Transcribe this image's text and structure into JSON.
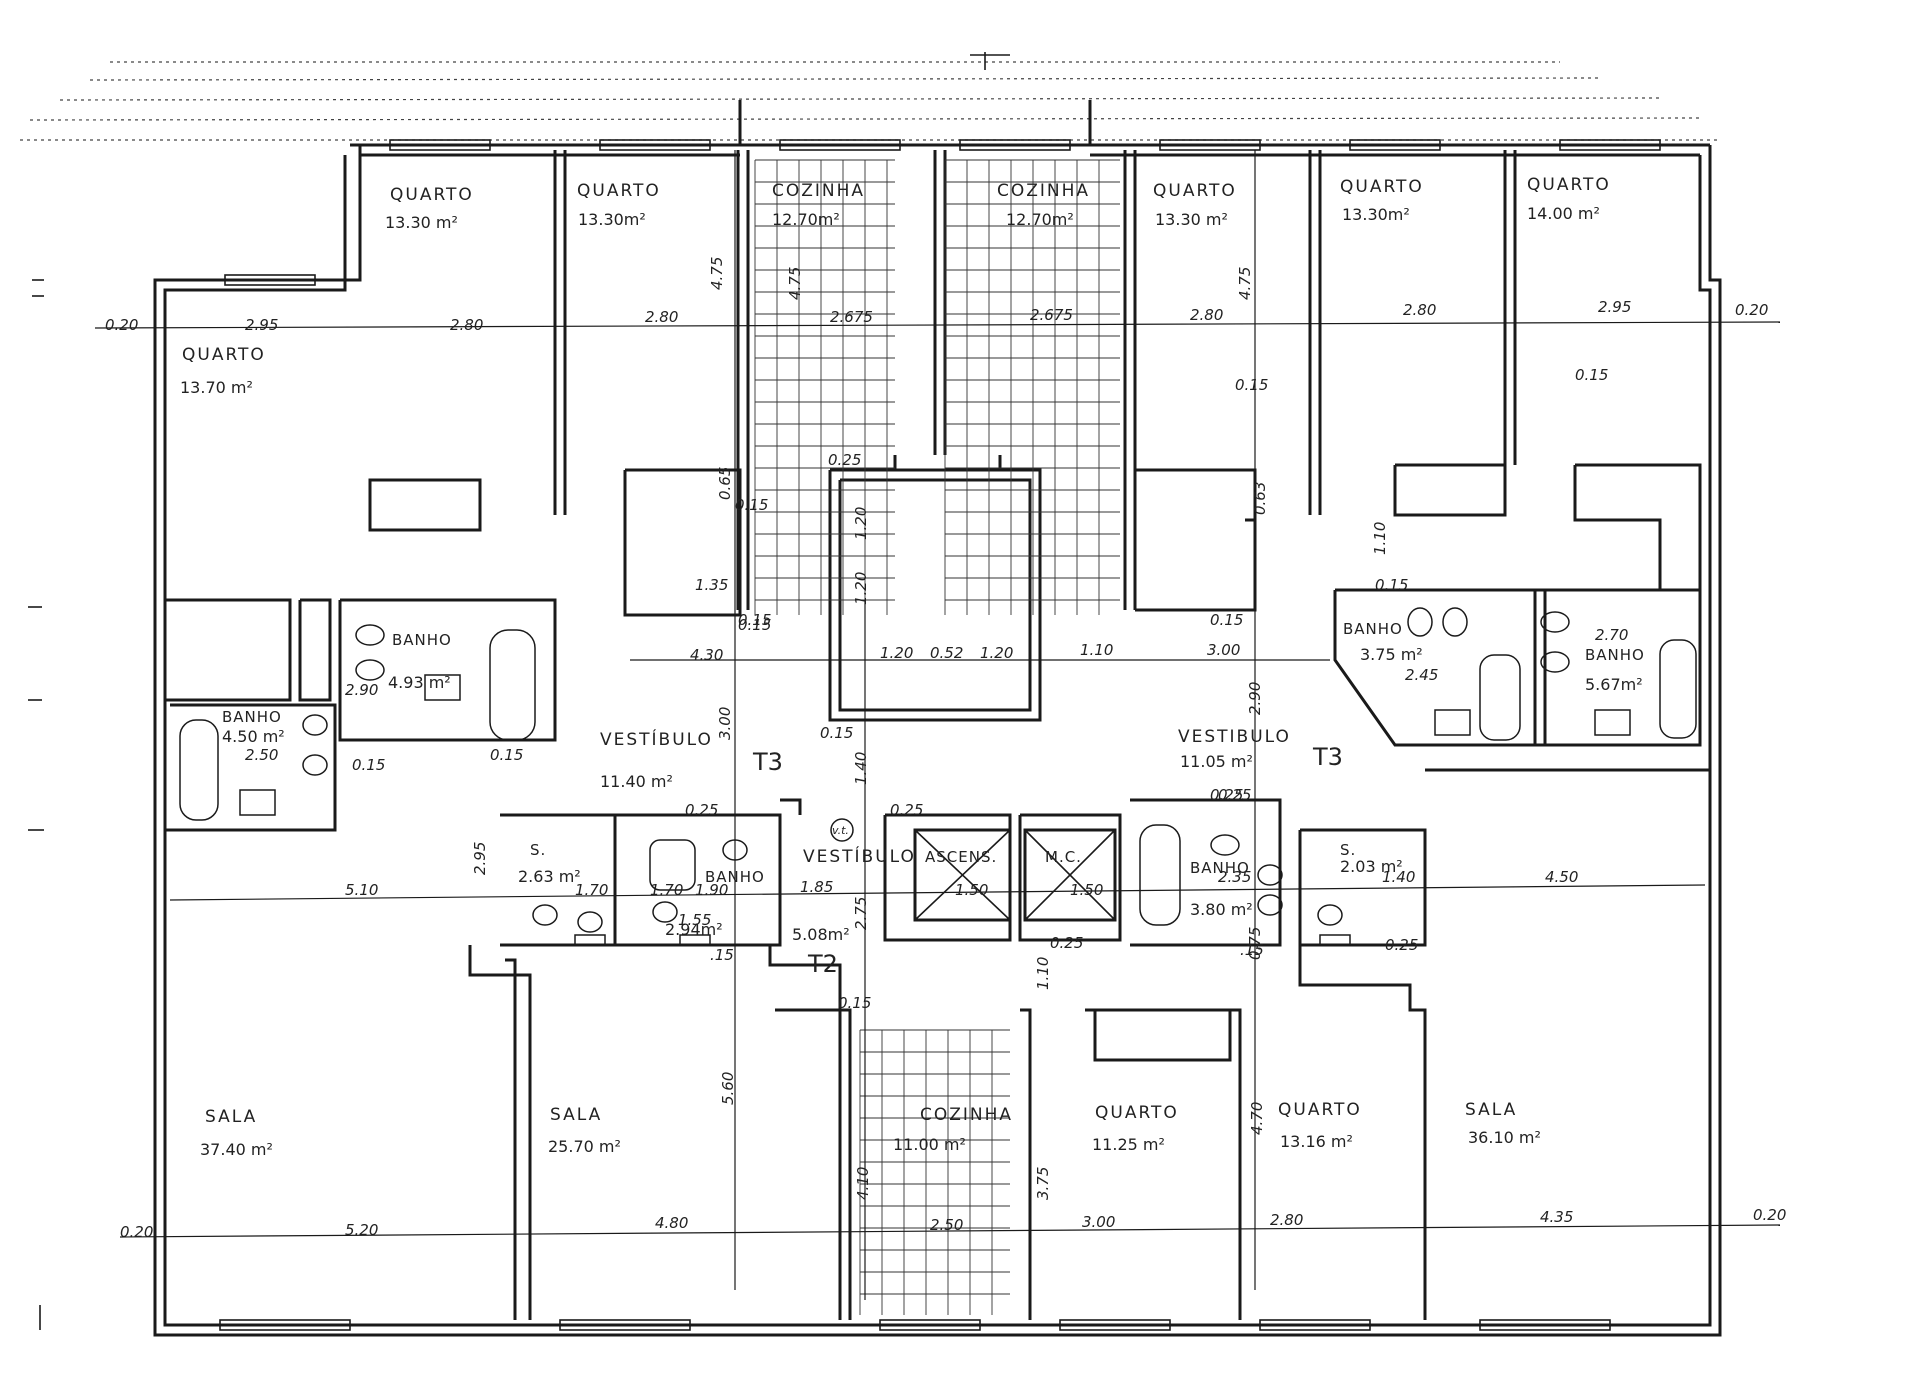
{
  "colors": {
    "ink": "#1a1a1a",
    "paper": "#ffffff"
  },
  "plan": {
    "units": [
      {
        "label": "T3"
      },
      {
        "label": "T3"
      },
      {
        "label": "T2"
      }
    ],
    "rooms": [
      {
        "name": "QUARTO",
        "area": "13.70 m²"
      },
      {
        "name": "QUARTO",
        "area": "13.30 m²"
      },
      {
        "name": "QUARTO",
        "area": "13.30m²"
      },
      {
        "name": "COZINHA",
        "area": "12.70m²"
      },
      {
        "name": "COZINHA",
        "area": "12.70m²"
      },
      {
        "name": "QUARTO",
        "area": "13.30 m²"
      },
      {
        "name": "QUARTO",
        "area": "13.30m²"
      },
      {
        "name": "QUARTO",
        "area": "14.00 m²"
      },
      {
        "name": "BANHO",
        "area": "4.93 m²"
      },
      {
        "name": "BANHO",
        "area": "4.50 m²"
      },
      {
        "name": "VESTÍBULO",
        "area": "11.40 m²"
      },
      {
        "name": "VESTIBULO",
        "area": "11.05 m²"
      },
      {
        "name": "BANHO",
        "area": "3.75 m²"
      },
      {
        "name": "BANHO",
        "area": "5.67m²"
      },
      {
        "name": "S.",
        "area": "2.63 m²"
      },
      {
        "name": "BANHO",
        "area": "2.94m²"
      },
      {
        "name": "VESTÍBULO",
        "area": "5.08m²"
      },
      {
        "name": "BANHO",
        "area": "3.80 m²"
      },
      {
        "name": "S.",
        "area": "2.03 m²"
      },
      {
        "name": "SALA",
        "area": "37.40 m²"
      },
      {
        "name": "SALA",
        "area": "25.70 m²"
      },
      {
        "name": "COZINHA",
        "area": "11.00 m²"
      },
      {
        "name": "QUARTO",
        "area": "11.25 m²"
      },
      {
        "name": "QUARTO",
        "area": "13.16 m²"
      },
      {
        "name": "SALA",
        "area": "36.10 m²"
      }
    ],
    "labels": {
      "elevator": "ASCENS.",
      "shaft": "M.C.",
      "vt": "v.t."
    },
    "dimensions": {
      "top_row": [
        "0.20",
        "2.95",
        "2.80",
        "2.80",
        "2.675",
        "2.675",
        "2.80",
        "2.80",
        "2.95",
        "0.20"
      ],
      "mid_row": [
        "4.30",
        "1.20",
        "0.52",
        "1.20",
        "1.10",
        "3.00"
      ],
      "row_510": [
        "5.10",
        "1.85",
        "1.50",
        "1.50",
        "4.50"
      ],
      "bottom_row": [
        "0.20",
        "5.20",
        "4.80",
        "2.50",
        "3.00",
        "2.80",
        "4.35",
        "0.20"
      ],
      "vertical": [
        "4.75",
        "4.75",
        "4.75",
        "3.00",
        "2.95",
        "5.60",
        "2.75",
        "1.40",
        "1.10",
        "3.75",
        "4.70",
        "2.90",
        "1.10",
        "1.20",
        "1.20",
        "0.63",
        "0.65",
        "0.75",
        "4.10"
      ],
      "misc": [
        "2.90",
        "1.70",
        "2.50",
        "0.15",
        "0.15",
        "0.15",
        "0.25",
        "0.25",
        "0.25",
        "0.15",
        "0.15",
        "1.70",
        "1.90",
        "2.35",
        "1.40",
        "2.45",
        "2.70",
        "0.25",
        "0.15",
        ".15",
        ".15",
        "1.55",
        "1.35",
        "0.15",
        "0.25",
        "0.15",
        "0.15",
        "0.25",
        "0.25",
        "0.15",
        "0.15"
      ]
    }
  }
}
